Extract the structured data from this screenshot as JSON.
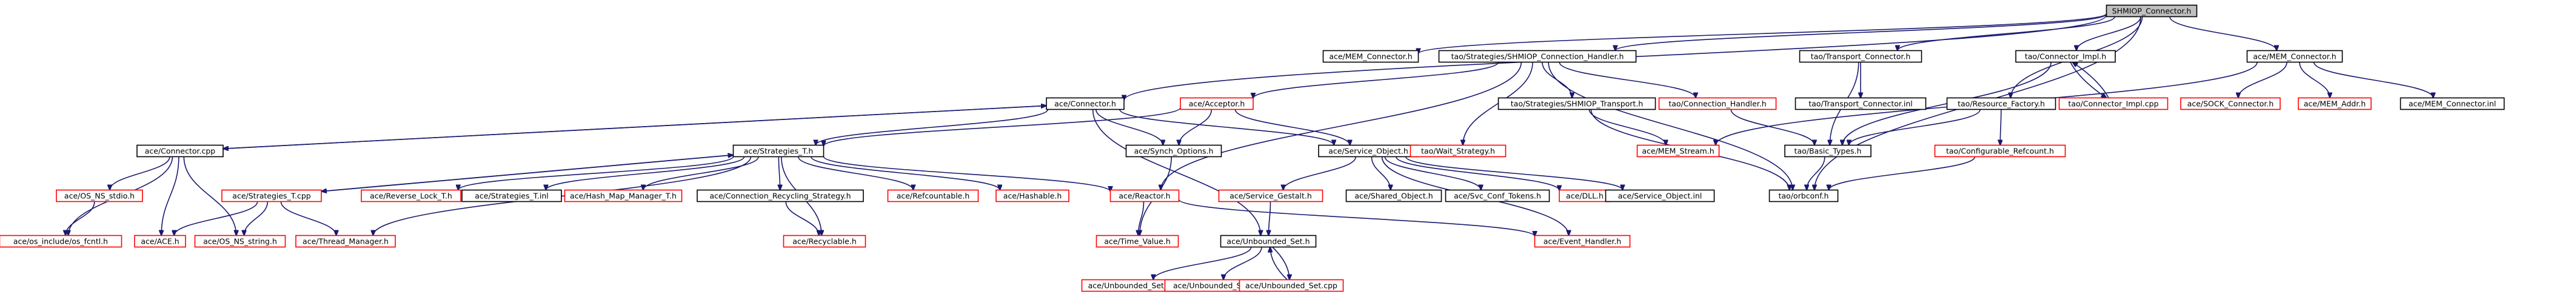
{
  "diagram": {
    "root": "SHMIOP_Connector.h",
    "nodes": [
      {
        "id": "root",
        "label": "SHMIOP_Connector.h",
        "style": "root"
      },
      {
        "id": "mem_connector_h",
        "label": "ace/MEM_Connector.h",
        "style": "plain"
      },
      {
        "id": "tao_shmiop_conn_handler",
        "label": "tao/Strategies/SHMIOP_Connection_Handler.h",
        "style": "black"
      },
      {
        "id": "tao_transport_connector",
        "label": "tao/Transport_Connector.h",
        "style": "black"
      },
      {
        "id": "tao_connector_impl_h",
        "label": "tao/Connector_Impl.h",
        "style": "black"
      },
      {
        "id": "ace_mem_connector_h",
        "label": "ace/MEM_Connector.h",
        "style": "black"
      },
      {
        "id": "ace_connector_h",
        "label": "ace/Connector.h",
        "style": "black"
      },
      {
        "id": "ace_acceptor_h",
        "label": "ace/Acceptor.h",
        "style": "red"
      },
      {
        "id": "tao_shmiop_transport",
        "label": "tao/Strategies/SHMIOP_Transport.h",
        "style": "black"
      },
      {
        "id": "tao_connection_handler",
        "label": "tao/Connection_Handler.h",
        "style": "red"
      },
      {
        "id": "tao_transport_connector_inl",
        "label": "tao/Transport_Connector.inl",
        "style": "black"
      },
      {
        "id": "tao_connector_impl_cpp",
        "label": "tao/Connector_Impl.cpp",
        "style": "red"
      },
      {
        "id": "tao_resource_factory",
        "label": "tao/Resource_Factory.h",
        "style": "black"
      },
      {
        "id": "ace_sock_connector",
        "label": "ace/SOCK_Connector.h",
        "style": "red"
      },
      {
        "id": "ace_mem_addr",
        "label": "ace/MEM_Addr.h",
        "style": "red"
      },
      {
        "id": "ace_mem_connector_inl",
        "label": "ace/MEM_Connector.inl",
        "style": "black"
      },
      {
        "id": "ace_connector_cpp",
        "label": "ace/Connector.cpp",
        "style": "black"
      },
      {
        "id": "ace_strategies_t_h",
        "label": "ace/Strategies_T.h",
        "style": "black"
      },
      {
        "id": "ace_synch_options",
        "label": "ace/Synch_Options.h",
        "style": "black"
      },
      {
        "id": "ace_service_object",
        "label": "ace/Service_Object.h",
        "style": "black"
      },
      {
        "id": "tao_wait_strategy",
        "label": "tao/Wait_Strategy.h",
        "style": "red"
      },
      {
        "id": "ace_mem_stream",
        "label": "ace/MEM_Stream.h",
        "style": "red"
      },
      {
        "id": "tao_basic_types",
        "label": "tao/Basic_Types.h",
        "style": "black"
      },
      {
        "id": "tao_configurable_refcount",
        "label": "tao/Configurable_Refcount.h",
        "style": "red"
      },
      {
        "id": "ace_os_ns_stdio",
        "label": "ace/OS_NS_stdio.h",
        "style": "red"
      },
      {
        "id": "ace_strategies_t_cpp",
        "label": "ace/Strategies_T.cpp",
        "style": "red"
      },
      {
        "id": "ace_reverse_lock",
        "label": "ace/Reverse_Lock_T.h",
        "style": "red"
      },
      {
        "id": "ace_strategies_t_inl",
        "label": "ace/Strategies_T.inl",
        "style": "black"
      },
      {
        "id": "ace_hash_map_manager",
        "label": "ace/Hash_Map_Manager_T.h",
        "style": "red"
      },
      {
        "id": "ace_conn_recycling",
        "label": "ace/Connection_Recycling_Strategy.h",
        "style": "black"
      },
      {
        "id": "ace_refcountable",
        "label": "ace/Refcountable.h",
        "style": "red"
      },
      {
        "id": "ace_hashable",
        "label": "ace/Hashable.h",
        "style": "red"
      },
      {
        "id": "ace_reactor",
        "label": "ace/Reactor.h",
        "style": "red"
      },
      {
        "id": "ace_service_gestalt",
        "label": "ace/Service_Gestalt.h",
        "style": "red"
      },
      {
        "id": "ace_shared_object",
        "label": "ace/Shared_Object.h",
        "style": "black"
      },
      {
        "id": "ace_svc_conf_tokens",
        "label": "ace/Svc_Conf_Tokens.h",
        "style": "black"
      },
      {
        "id": "ace_dll",
        "label": "ace/DLL.h",
        "style": "red"
      },
      {
        "id": "ace_service_object_inl",
        "label": "ace/Service_Object.inl",
        "style": "black"
      },
      {
        "id": "tao_orbconf",
        "label": "tao/orbconf.h",
        "style": "black"
      },
      {
        "id": "ace_os_include_fcntl",
        "label": "ace/os_include/os_fcntl.h",
        "style": "red"
      },
      {
        "id": "ace_ace_h",
        "label": "ace/ACE.h",
        "style": "red"
      },
      {
        "id": "ace_os_ns_string",
        "label": "ace/OS_NS_string.h",
        "style": "red"
      },
      {
        "id": "ace_thread_manager",
        "label": "ace/Thread_Manager.h",
        "style": "red"
      },
      {
        "id": "ace_recyclable",
        "label": "ace/Recyclable.h",
        "style": "red"
      },
      {
        "id": "ace_time_value",
        "label": "ace/Time_Value.h",
        "style": "red"
      },
      {
        "id": "ace_unbounded_set",
        "label": "ace/Unbounded_Set.h",
        "style": "black"
      },
      {
        "id": "ace_event_handler",
        "label": "ace/Event_Handler.h",
        "style": "red"
      },
      {
        "id": "ace_unbounded_set_ex",
        "label": "ace/Unbounded_Set_Ex.h",
        "style": "red"
      },
      {
        "id": "ace_unbounded_set_inl",
        "label": "ace/Unbounded_Set.inl",
        "style": "red"
      },
      {
        "id": "ace_unbounded_set_cpp",
        "label": "ace/Unbounded_Set.cpp",
        "style": "red"
      }
    ],
    "edges": [
      [
        "root",
        "mem_connector_h"
      ],
      [
        "root",
        "tao_shmiop_conn_handler"
      ],
      [
        "root",
        "ace_connector_h"
      ],
      [
        "root",
        "tao_transport_connector"
      ],
      [
        "root",
        "tao_connector_impl_h"
      ],
      [
        "root",
        "ace_mem_connector_h"
      ],
      [
        "root",
        "tao_resource_factory"
      ],
      [
        "root",
        "tao_orbconf"
      ],
      [
        "tao_shmiop_conn_handler",
        "ace_acceptor_h"
      ],
      [
        "tao_shmiop_conn_handler",
        "tao_shmiop_transport"
      ],
      [
        "tao_shmiop_conn_handler",
        "tao_connection_handler"
      ],
      [
        "tao_shmiop_conn_handler",
        "tao_wait_strategy"
      ],
      [
        "tao_shmiop_conn_handler",
        "ace_reactor"
      ],
      [
        "tao_shmiop_conn_handler",
        "tao_orbconf"
      ],
      [
        "tao_transport_connector",
        "tao_transport_connector_inl"
      ],
      [
        "tao_transport_connector",
        "tao_basic_types"
      ],
      [
        "tao_connector_impl_h",
        "tao_connector_impl_cpp"
      ],
      [
        "tao_connector_impl_cpp",
        "tao_connector_impl_h"
      ],
      [
        "tao_connector_impl_h",
        "tao_basic_types"
      ],
      [
        "ace_mem_connector_h",
        "ace_sock_connector"
      ],
      [
        "ace_mem_connector_h",
        "ace_mem_addr"
      ],
      [
        "ace_mem_connector_h",
        "ace_mem_connector_inl"
      ],
      [
        "ace_mem_connector_h",
        "ace_mem_stream"
      ],
      [
        "tao_resource_factory",
        "tao_basic_types"
      ],
      [
        "tao_resource_factory",
        "tao_configurable_refcount"
      ],
      [
        "tao_configurable_refcount",
        "tao_orbconf"
      ],
      [
        "tao_basic_types",
        "tao_orbconf"
      ],
      [
        "tao_connection_handler",
        "tao_basic_types"
      ],
      [
        "tao_shmiop_transport",
        "ace_mem_stream"
      ],
      [
        "tao_shmiop_transport",
        "tao_orbconf"
      ],
      [
        "ace_connector_h",
        "ace_connector_cpp"
      ],
      [
        "ace_connector_cpp",
        "ace_connector_h"
      ],
      [
        "ace_connector_h",
        "ace_strategies_t_h"
      ],
      [
        "ace_connector_h",
        "ace_synch_options"
      ],
      [
        "ace_connector_h",
        "ace_service_object"
      ],
      [
        "ace_connector_h",
        "ace_unbounded_set"
      ],
      [
        "ace_acceptor_h",
        "ace_strategies_t_h"
      ],
      [
        "ace_acceptor_h",
        "ace_synch_options"
      ],
      [
        "ace_acceptor_h",
        "ace_service_object"
      ],
      [
        "ace_connector_cpp",
        "ace_os_ns_stdio"
      ],
      [
        "ace_connector_cpp",
        "ace_os_include_fcntl"
      ],
      [
        "ace_connector_cpp",
        "ace_ace_h"
      ],
      [
        "ace_connector_cpp",
        "ace_os_ns_string"
      ],
      [
        "ace_os_ns_stdio",
        "ace_os_include_fcntl"
      ],
      [
        "ace_strategies_t_h",
        "ace_strategies_t_cpp"
      ],
      [
        "ace_strategies_t_cpp",
        "ace_strategies_t_h"
      ],
      [
        "ace_strategies_t_h",
        "ace_reverse_lock"
      ],
      [
        "ace_strategies_t_h",
        "ace_strategies_t_inl"
      ],
      [
        "ace_strategies_t_h",
        "ace_hash_map_manager"
      ],
      [
        "ace_strategies_t_h",
        "ace_conn_recycling"
      ],
      [
        "ace_strategies_t_h",
        "ace_refcountable"
      ],
      [
        "ace_strategies_t_h",
        "ace_hashable"
      ],
      [
        "ace_strategies_t_h",
        "ace_reactor"
      ],
      [
        "ace_strategies_t_h",
        "ace_thread_manager"
      ],
      [
        "ace_strategies_t_h",
        "ace_recyclable"
      ],
      [
        "ace_strategies_t_cpp",
        "ace_ace_h"
      ],
      [
        "ace_strategies_t_cpp",
        "ace_os_ns_string"
      ],
      [
        "ace_strategies_t_cpp",
        "ace_thread_manager"
      ],
      [
        "ace_conn_recycling",
        "ace_recyclable"
      ],
      [
        "ace_synch_options",
        "ace_time_value"
      ],
      [
        "ace_service_object",
        "ace_service_gestalt"
      ],
      [
        "ace_service_object",
        "ace_shared_object"
      ],
      [
        "ace_service_object",
        "ace_svc_conf_tokens"
      ],
      [
        "ace_service_object",
        "ace_dll"
      ],
      [
        "ace_service_object",
        "ace_service_object_inl"
      ],
      [
        "ace_service_object",
        "ace_event_handler"
      ],
      [
        "ace_service_gestalt",
        "ace_unbounded_set"
      ],
      [
        "ace_reactor",
        "ace_time_value"
      ],
      [
        "ace_reactor",
        "ace_event_handler"
      ],
      [
        "ace_unbounded_set",
        "ace_unbounded_set_ex"
      ],
      [
        "ace_unbounded_set",
        "ace_unbounded_set_inl"
      ],
      [
        "ace_unbounded_set",
        "ace_unbounded_set_cpp"
      ],
      [
        "ace_unbounded_set_cpp",
        "ace_unbounded_set"
      ]
    ]
  }
}
